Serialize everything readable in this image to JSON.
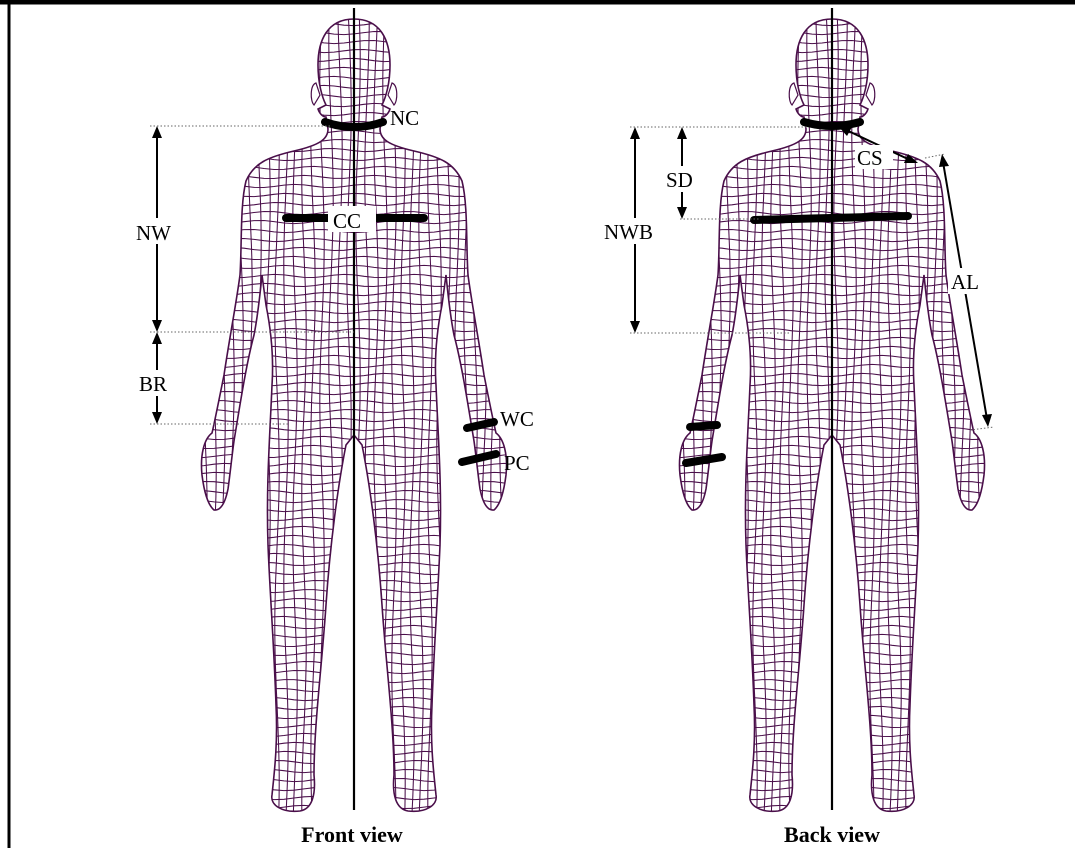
{
  "captions": {
    "front": "Front view",
    "back": "Back view"
  },
  "labels": {
    "nc": "NC",
    "cc": "CC",
    "nw": "NW",
    "br": "BR",
    "wc": "WC",
    "pc": "PC",
    "cs": "CS",
    "sd": "SD",
    "nwb": "NWB",
    "al": "AL"
  },
  "colors": {
    "mesh": "#4a0f4a",
    "ink": "#000000",
    "background": "#ffffff"
  }
}
